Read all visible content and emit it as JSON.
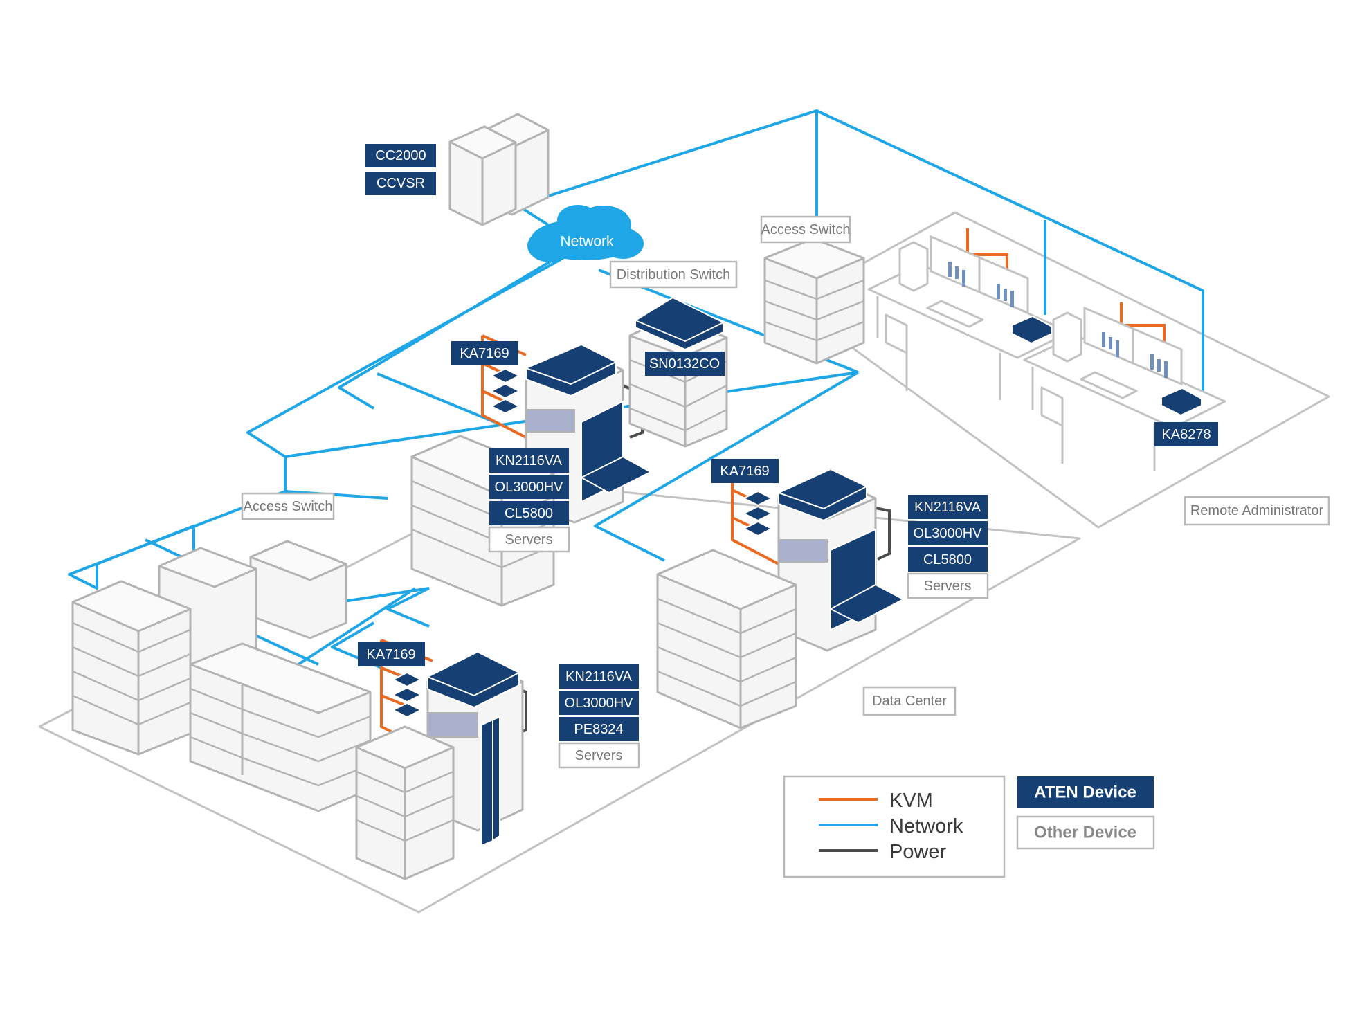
{
  "network_cloud": {
    "label": "Network"
  },
  "labels": {
    "cc2000": "CC2000",
    "ccvsr": "CCVSR",
    "distribution_switch": "Distribution Switch",
    "access_switch_top": "Access Switch",
    "access_switch_left": "Access Switch",
    "sn0132co": "SN0132CO",
    "ka8278": "KA8278",
    "remote_administrator": "Remote Administrator",
    "data_center": "Data Center"
  },
  "rack_groups": [
    {
      "id": "rack-a",
      "adapter": "KA7169",
      "devices": [
        "KN2116VA",
        "OL3000HV",
        "CL5800"
      ],
      "servers": "Servers"
    },
    {
      "id": "rack-b",
      "adapter": "KA7169",
      "devices": [
        "KN2116VA",
        "OL3000HV",
        "CL5800"
      ],
      "servers": "Servers"
    },
    {
      "id": "rack-c",
      "adapter": "KA7169",
      "devices": [
        "KN2116VA",
        "OL3000HV",
        "PE8324"
      ],
      "servers": "Servers"
    }
  ],
  "legend": {
    "items": [
      {
        "label": "KVM",
        "color": "#ea6a21"
      },
      {
        "label": "Network",
        "color": "#1ea6e6"
      },
      {
        "label": "Power",
        "color": "#4d4d4d"
      }
    ],
    "aten_device": "ATEN Device",
    "other_device": "Other Device"
  },
  "colors": {
    "aten": "#163f73",
    "network": "#1ea6e6",
    "kvm": "#ea6a21",
    "power": "#4d4d4d",
    "outline": "#c2c2c2"
  }
}
